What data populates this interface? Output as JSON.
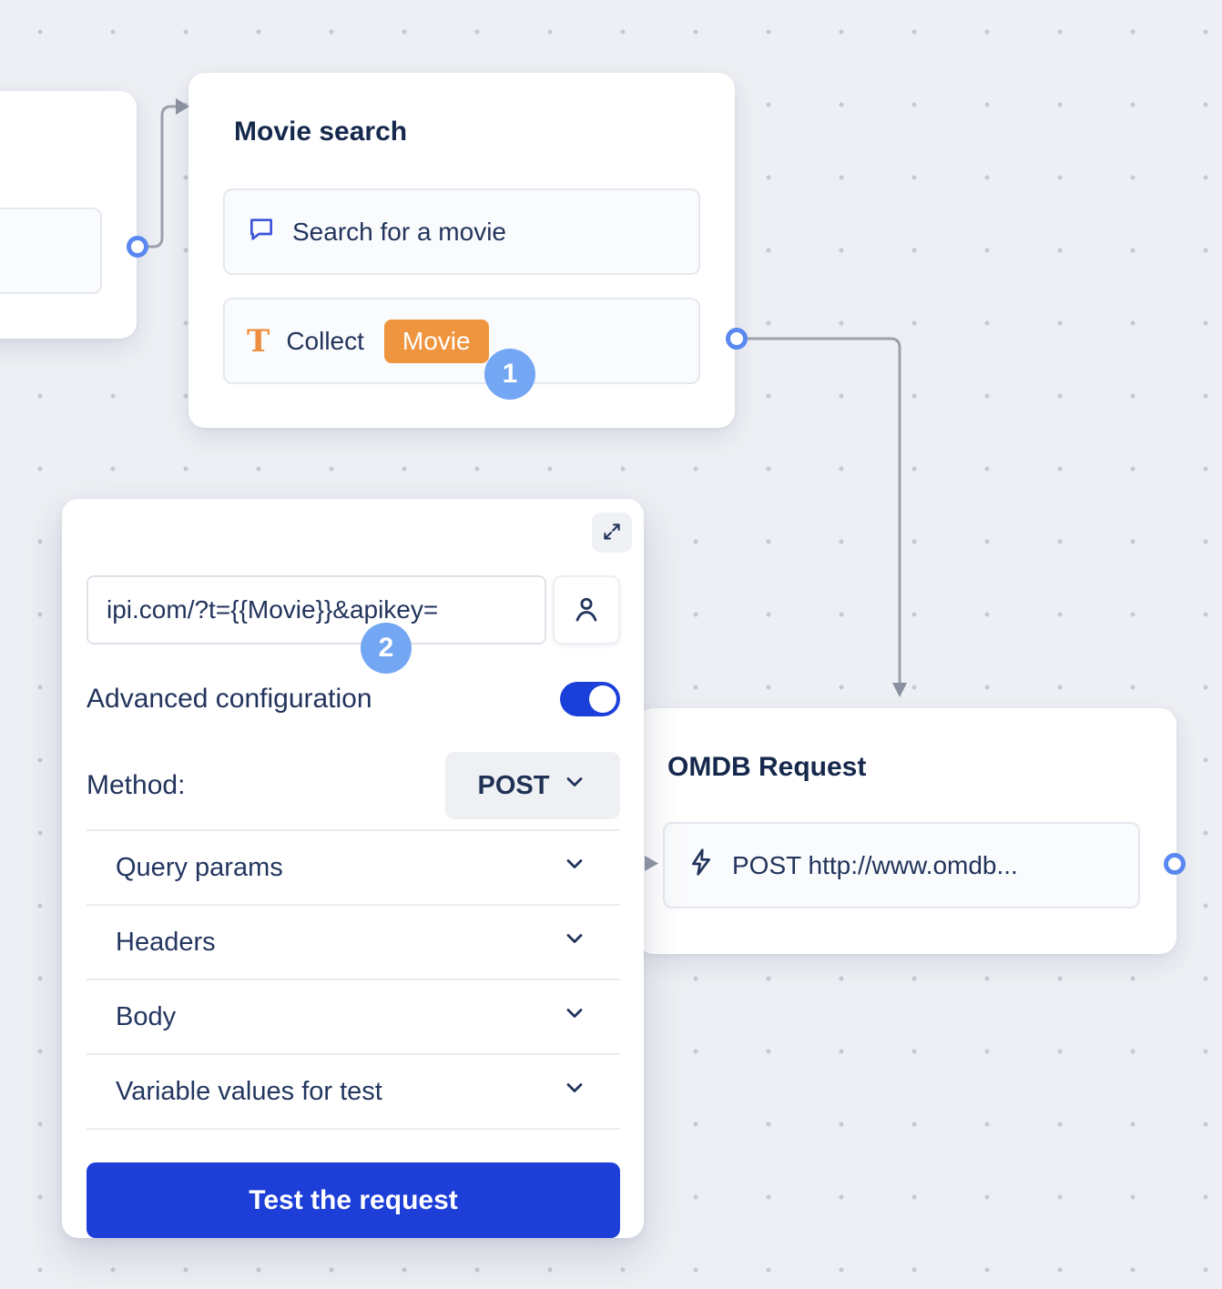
{
  "canvas": {
    "background": "#edeff4",
    "dot_color": "#c6cad5"
  },
  "nodes": {
    "movie_search": {
      "title": "Movie search",
      "rows": [
        {
          "icon": "chat-bubble-icon",
          "label": "Search for a movie"
        },
        {
          "icon": "text-format-icon",
          "label": "Collect",
          "badge": "Movie"
        }
      ]
    },
    "omdb_request": {
      "title": "OMDB Request",
      "row": {
        "icon": "lightning-icon",
        "label": "POST http://www.omdb..."
      }
    }
  },
  "panel": {
    "expand_icon": "expand-icon",
    "url_value": "ipi.com/?t={{Movie}}&apikey=",
    "person_icon": "person-icon",
    "advanced_label": "Advanced configuration",
    "advanced_on": true,
    "method_label": "Method:",
    "method_value": "POST",
    "sections": [
      "Query params",
      "Headers",
      "Body",
      "Variable values for test"
    ],
    "test_button": "Test the request"
  },
  "step_badges": [
    "1",
    "2"
  ],
  "colors": {
    "accent_blue": "#1d3fd8",
    "step_badge_blue": "#74a7f3",
    "variable_orange": "#f0953f",
    "connector_gray": "#9aa1ad",
    "port_ring_blue": "#5a88f0",
    "title_navy": "#16294d"
  }
}
